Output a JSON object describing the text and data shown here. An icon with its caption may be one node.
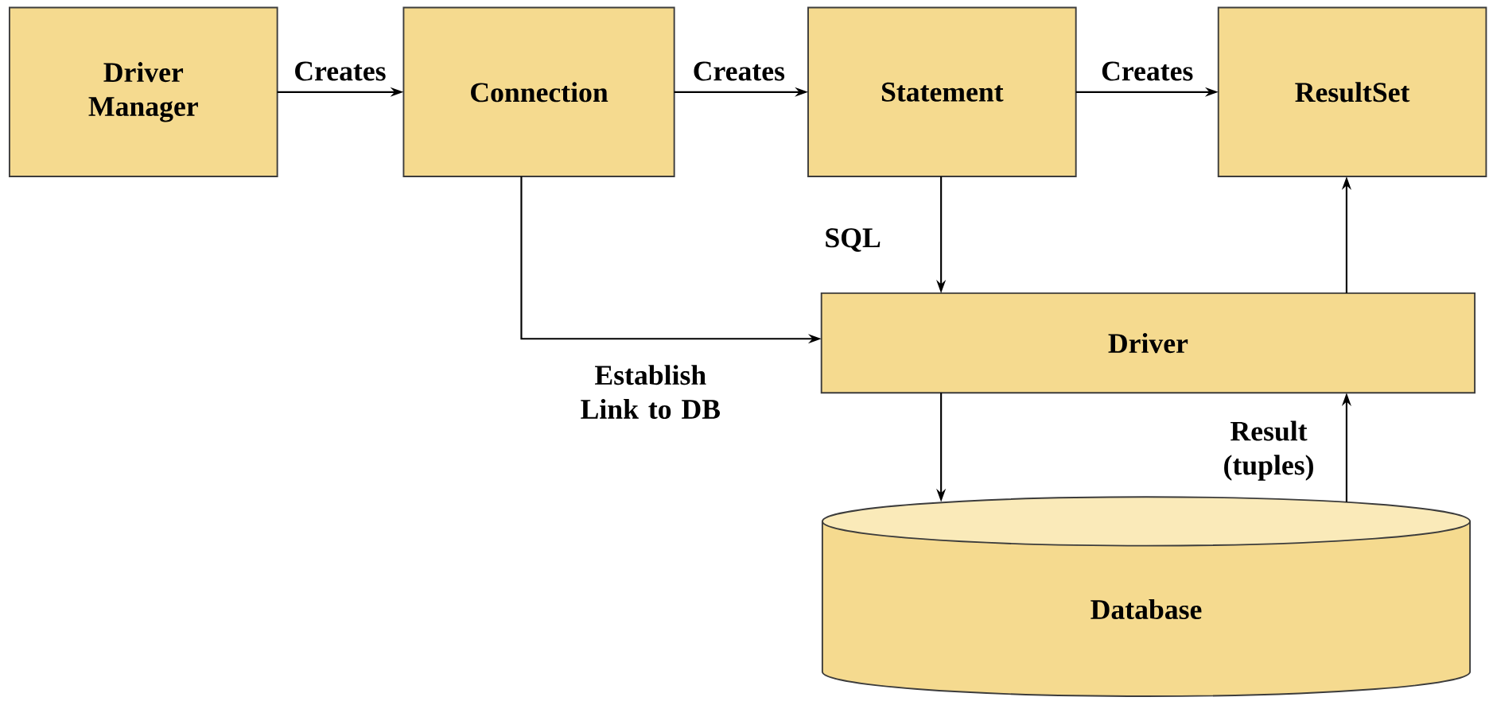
{
  "diagram": {
    "nodes": [
      {
        "text": [
          "Driver Manager"
        ]
      },
      {
        "text": [
          "Connection"
        ]
      },
      {
        "text": [
          "Statement"
        ]
      },
      {
        "text": [
          "ResultSet"
        ]
      },
      {
        "text": [
          "Driver"
        ]
      },
      {
        "text": [
          "Database"
        ]
      }
    ],
    "edges": [
      {
        "from": 0,
        "to": 1,
        "arrow": "to",
        "label": "Creates"
      },
      {
        "from": 1,
        "to": 2,
        "arrow": "to",
        "label": "Creates"
      },
      {
        "from": 2,
        "to": 3,
        "arrow": "to",
        "label": "Creates"
      },
      {
        "from": 2,
        "to": 4,
        "arrow": "to",
        "label": "SQL"
      },
      {
        "from": 1,
        "to": 4,
        "arrow": "to",
        "label": "Establish Link to DB"
      },
      {
        "from": 4,
        "to": 3,
        "arrow": "to"
      },
      {
        "from": 4,
        "to": 5,
        "arrow": "to"
      },
      {
        "from": 5,
        "to": 4,
        "arrow": "to",
        "label": "Result (tuples)"
      }
    ]
  }
}
